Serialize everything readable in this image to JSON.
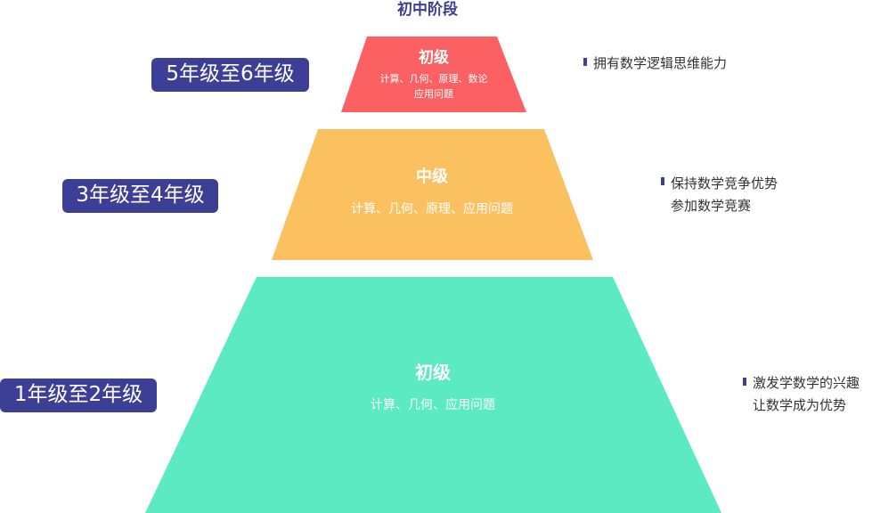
{
  "title": "初中阶段",
  "colors": {
    "top": "#fb6063",
    "middle": "#fbc05f",
    "bottom": "#5ceac2",
    "badge": "#3d3f96",
    "title": "#3d3f96"
  },
  "tiers": [
    {
      "name": "初级",
      "desc_lines": [
        "计算、几何、原理、数论",
        "应用问题"
      ],
      "grade": "5年级至6年级",
      "notes": [
        "拥有数学逻辑思维能力"
      ]
    },
    {
      "name": "中级",
      "desc_lines": [
        "计算、几何、原理、应用问题"
      ],
      "grade": "3年级至4年级",
      "notes": [
        "保持数学竞争优势",
        "参加数学竞赛"
      ]
    },
    {
      "name": "初级",
      "desc_lines": [
        "计算、几何、应用问题"
      ],
      "grade": "1年级至2年级",
      "notes": [
        "激发学数学的兴趣",
        "让数学成为优势"
      ]
    }
  ]
}
